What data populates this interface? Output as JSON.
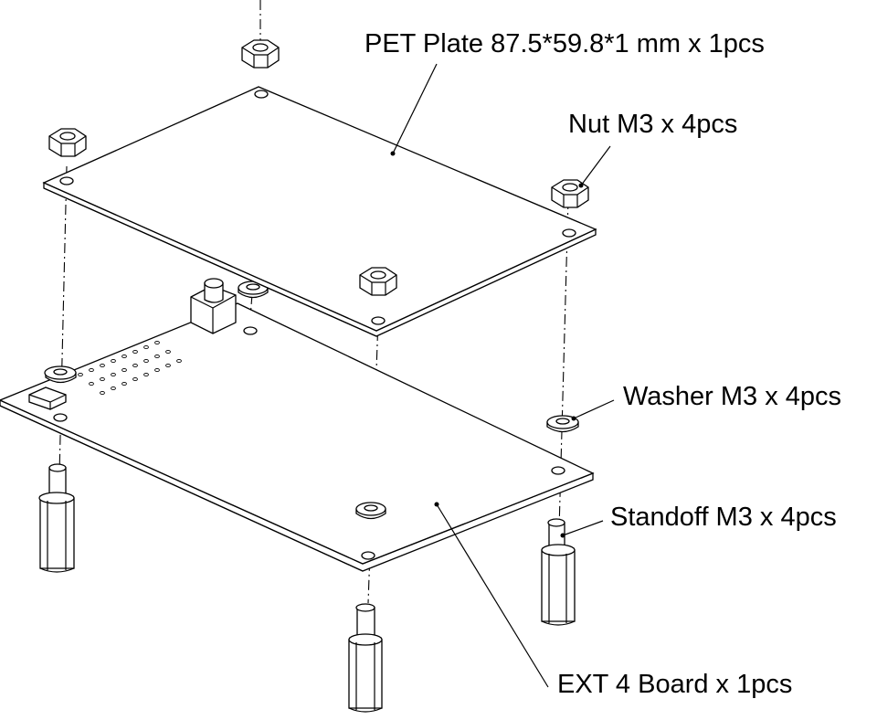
{
  "callouts": {
    "pet_plate": "PET Plate 87.5*59.8*1 mm x 1pcs",
    "nut": "Nut M3 x 4pcs",
    "washer": "Washer M3 x 4pcs",
    "standoff": "Standoff M3 x 4pcs",
    "ext_board": "EXT 4 Board x 1pcs"
  }
}
